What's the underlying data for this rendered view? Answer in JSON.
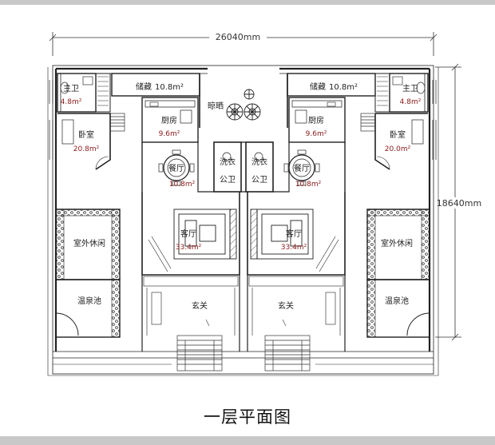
{
  "caption": "一层平面图",
  "dimensions": {
    "width": "26040mm",
    "height": "18640mm"
  },
  "rooms": {
    "storage_left": {
      "name": "储藏",
      "area": "10.8m²"
    },
    "storage_right": {
      "name": "储藏",
      "area": "10.8m²"
    },
    "sun_room": {
      "name": "晾晒"
    },
    "bath_left": {
      "name": "主卫",
      "area": "4.8m²"
    },
    "bath_right": {
      "name": "主卫",
      "area": "4.8m²"
    },
    "kitchen_left": {
      "name": "厨房",
      "area": "9.6m²"
    },
    "kitchen_right": {
      "name": "厨房",
      "area": "9.6m²"
    },
    "bedroom_left": {
      "name": "卧室",
      "area": "20.8m²"
    },
    "bedroom_right": {
      "name": "卧室",
      "area": "20.0m²"
    },
    "dining_left": {
      "name": "餐厅",
      "area": "10.8m²"
    },
    "dining_right": {
      "name": "餐厅",
      "area": "10.8m²"
    },
    "laundry_left": {
      "name": "洗衣",
      "sub": "公卫"
    },
    "laundry_right": {
      "name": "洗衣",
      "sub": "公卫"
    },
    "living_left": {
      "name": "客厅",
      "area": "33.4m²"
    },
    "living_right": {
      "name": "客厅",
      "area": "33.4m²"
    },
    "leisure_left": {
      "name": "室外休闲"
    },
    "leisure_right": {
      "name": "室外休闲"
    },
    "spa_left": {
      "name": "温泉池"
    },
    "spa_right": {
      "name": "温泉池"
    },
    "foyer_left": {
      "name": "玄关"
    },
    "foyer_right": {
      "name": "玄关"
    }
  }
}
